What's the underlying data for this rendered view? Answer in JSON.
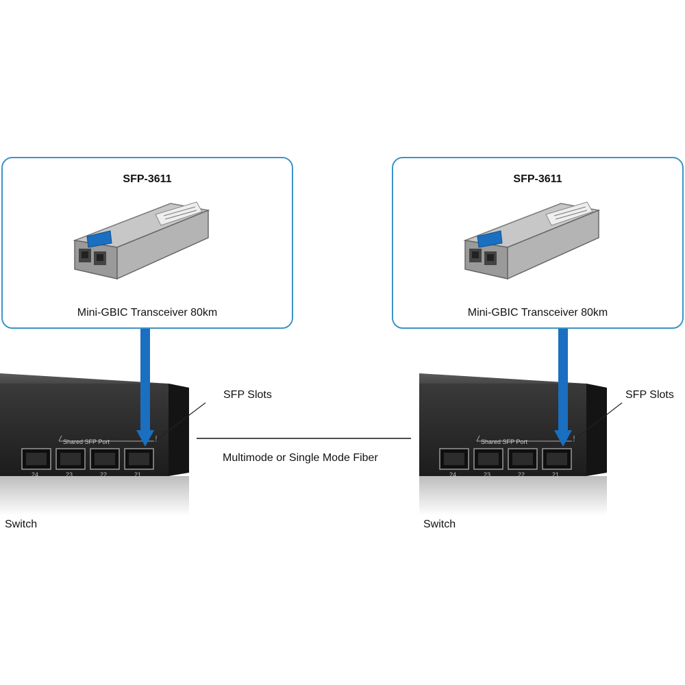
{
  "left": {
    "title": "SFP-3611",
    "caption": "Mini-GBIC Transceiver 80km",
    "slots_label": "SFP Slots",
    "device_label": "Switch",
    "panel_text": "Shared SFP Port",
    "port_numbers": [
      "24",
      "23",
      "22",
      "21"
    ]
  },
  "right": {
    "title": "SFP-3611",
    "caption": "Mini-GBIC Transceiver 80km",
    "slots_label": "SFP Slots",
    "device_label": "Switch",
    "panel_text": "Shared SFP Port",
    "port_numbers": [
      "24",
      "23",
      "22",
      "21"
    ]
  },
  "link_label": "Multimode or Single Mode Fiber",
  "colors": {
    "card_border": "#3b93c7",
    "connector_blue": "#1a6fc0",
    "switch_body": "#2a2a2a"
  }
}
